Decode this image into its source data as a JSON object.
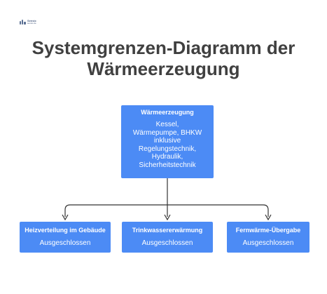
{
  "logo": {
    "text": "Sensic",
    "subtext": "sensic.de"
  },
  "title": {
    "line1": "Systemgrenzen-Diagramm der",
    "line2": "Wärmeerzeugung"
  },
  "root": {
    "heading": "Wärmeerzeugung",
    "lines": [
      "Kessel,",
      "Wärmepumpe, BHKW",
      "inklusive",
      "Regelungstechnik,",
      "Hydraulik,",
      "Sicherheitstechnik"
    ]
  },
  "children": [
    {
      "heading": "Heizverteilung im Gebäude",
      "status": "Ausgeschlossen"
    },
    {
      "heading": "Trinkwassererwärmung",
      "status": "Ausgeschlossen"
    },
    {
      "heading": "Fernwärme-Übergabe",
      "status": "Ausgeschlossen"
    }
  ],
  "colors": {
    "node_fill": "#4c8bf5",
    "node_text": "#ffffff",
    "title_text": "#404040",
    "connector": "#333333"
  }
}
